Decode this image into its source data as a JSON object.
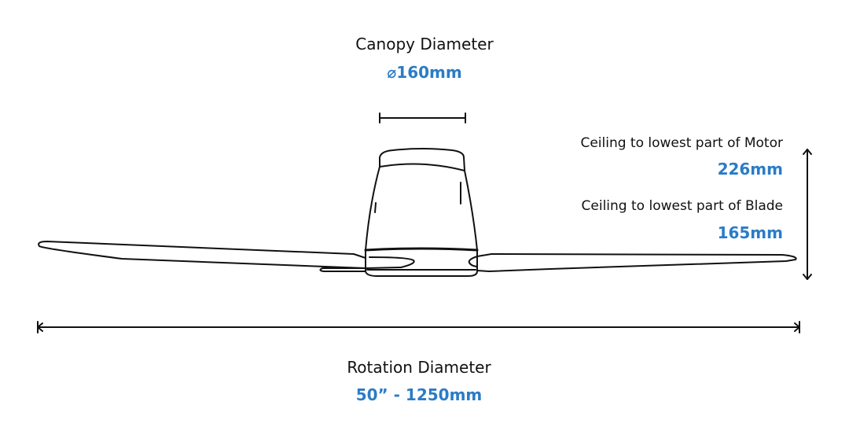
{
  "canopy": {
    "label": "Canopy Diameter",
    "value": "⌀160mm"
  },
  "motor": {
    "label": "Ceiling to lowest part of Motor",
    "value": "226mm"
  },
  "blade": {
    "label": "Ceiling to lowest part of Blade",
    "value": "165mm"
  },
  "rotation": {
    "label": "Rotation Diameter",
    "value": "50” - 1250mm"
  },
  "colors": {
    "accent": "#2a7cc7",
    "text": "#111111"
  }
}
